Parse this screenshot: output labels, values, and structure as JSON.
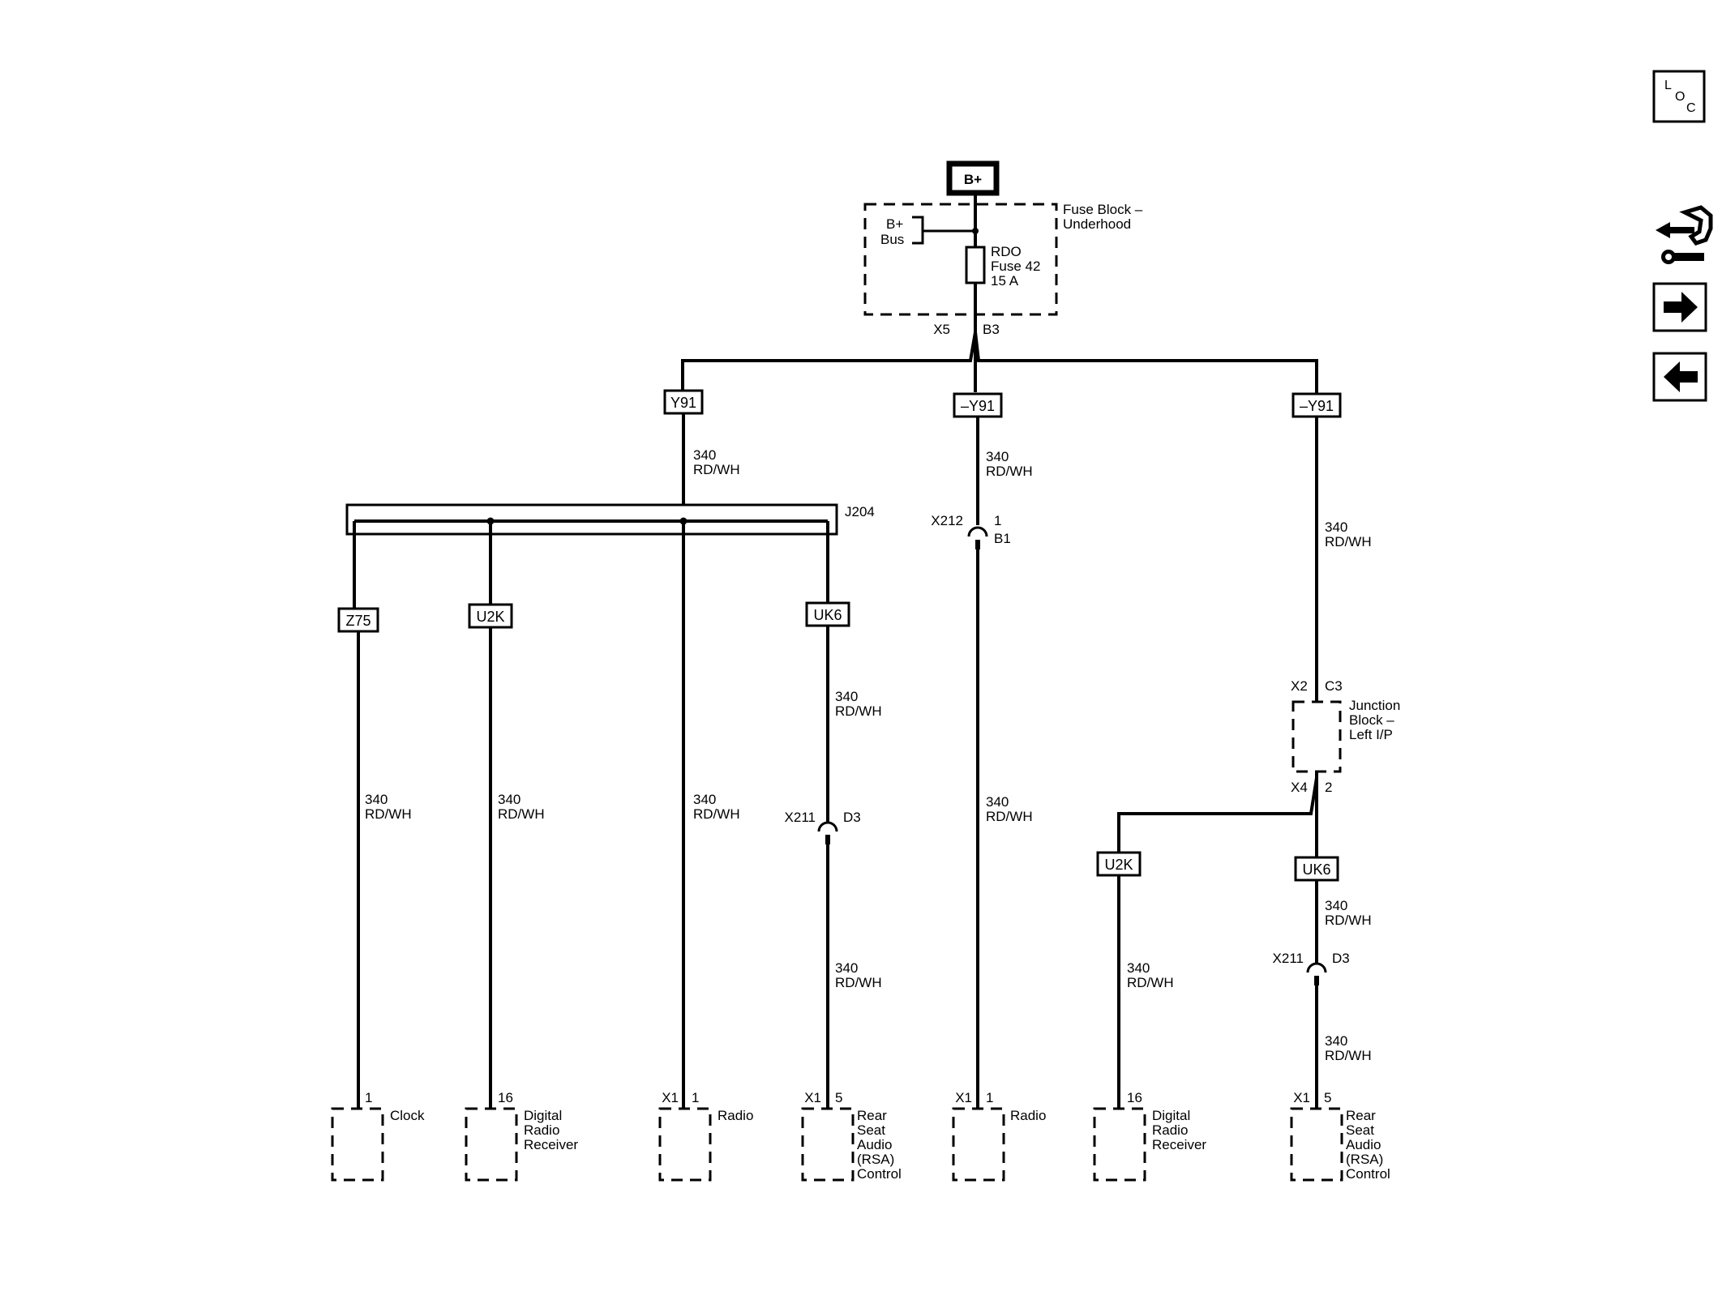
{
  "power": {
    "label": "B+"
  },
  "fuse_block": {
    "name_line1": "Fuse Block –",
    "name_line2": "Underhood",
    "bus_line1": "B+",
    "bus_line2": "Bus",
    "fuse_line1": "RDO",
    "fuse_line2": "Fuse 42",
    "fuse_line3": "15 A",
    "conn_left": "X5",
    "conn_right": "B3"
  },
  "wire": {
    "gauge": "340",
    "color": "RD/WH"
  },
  "options": {
    "y91": "Y91",
    "not_y91": "–Y91",
    "z75": "Z75",
    "u2k": "U2K",
    "uk6": "UK6"
  },
  "splice": {
    "label": "J204"
  },
  "inline": {
    "x212": "X212",
    "x212_pin_top": "1",
    "x212_pin_bottom": "B1",
    "x211": "X211",
    "x211_pin": "D3"
  },
  "junction": {
    "top_left": "X2",
    "top_right": "C3",
    "name_line1": "Junction",
    "name_line2": "Block –",
    "name_line3": "Left I/P",
    "bottom_left": "X4",
    "bottom_right": "2"
  },
  "components": {
    "clock": {
      "pin": "1",
      "name": "Clock"
    },
    "drr1": {
      "pin": "16",
      "line1": "Digital",
      "line2": "Radio",
      "line3": "Receiver"
    },
    "radio1": {
      "conn": "X1",
      "pin": "1",
      "name": "Radio"
    },
    "rsa1": {
      "conn": "X1",
      "pin": "5",
      "line1": "Rear",
      "line2": "Seat",
      "line3": "Audio",
      "line4": "(RSA)",
      "line5": "Control"
    },
    "radio2": {
      "conn": "X1",
      "pin": "1",
      "name": "Radio"
    },
    "drr2": {
      "pin": "16",
      "line1": "Digital",
      "line2": "Radio",
      "line3": "Receiver"
    },
    "rsa2": {
      "conn": "X1",
      "pin": "5",
      "line1": "Rear",
      "line2": "Seat",
      "line3": "Audio",
      "line4": "(RSA)",
      "line5": "Control"
    }
  },
  "nav": {
    "loc_l": "L",
    "loc_o": "O",
    "loc_c": "C",
    "icons": [
      "loc-icon",
      "harness-icon",
      "arrow-right-icon",
      "arrow-left-icon"
    ]
  }
}
